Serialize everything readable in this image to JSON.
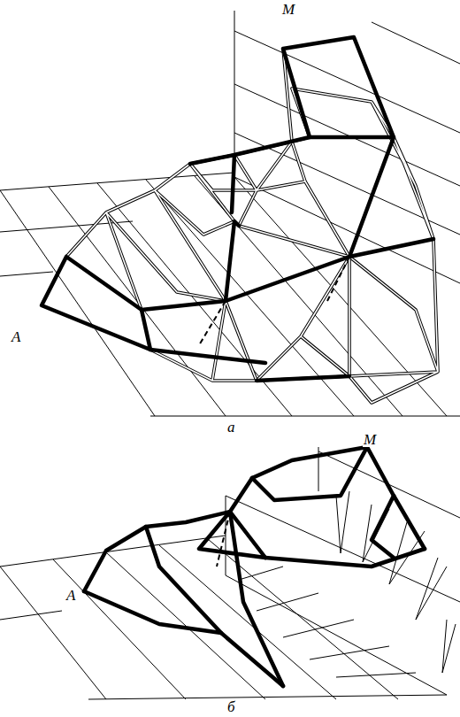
{
  "diagram": {
    "labels": [
      "M",
      "A",
      "а",
      "M",
      "A",
      "б"
    ]
  }
}
